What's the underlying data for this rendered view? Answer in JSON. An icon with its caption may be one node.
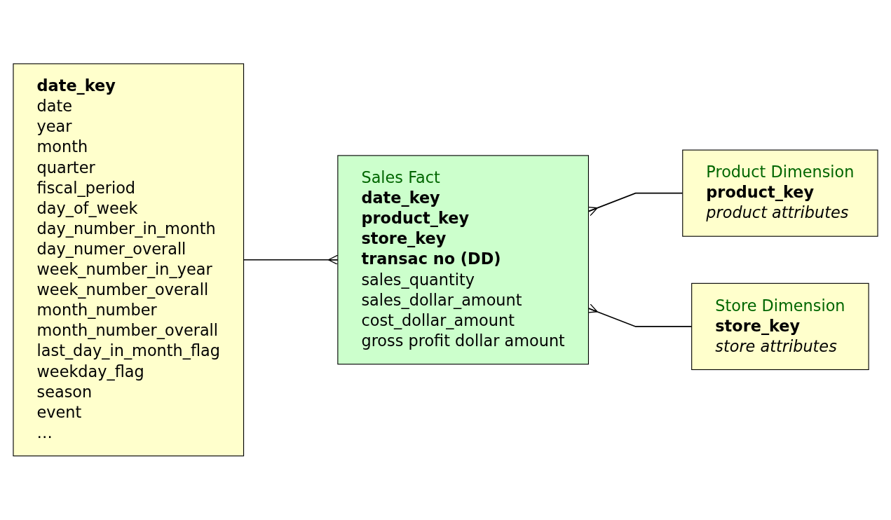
{
  "diagram": {
    "nodes": [
      {
        "text": [
          "date_key",
          "date",
          "year",
          "month",
          "quarter",
          "fiscal_period",
          "day_of_week",
          "day_number_in_month",
          "day_numer_overall",
          "week_number_in_year",
          "week_number_overall",
          "month_number",
          "month_number_overall",
          "last_day_in_month_flag",
          "weekday_flag",
          "season",
          "event",
          "…"
        ]
      },
      {
        "text": [
          "Sales Fact",
          "date_key",
          "product_key",
          "store_key",
          "transac no (DD)",
          "sales_quantity",
          "sales_dollar_amount",
          "cost_dollar_amount",
          "gross profit dollar amount"
        ]
      },
      {
        "text": [
          "Product Dimension",
          "product_key",
          "product attributes"
        ]
      },
      {
        "text": [
          "Store Dimension",
          "store_key",
          "store attributes"
        ]
      }
    ],
    "edges": [
      {
        "from": 0,
        "to": 1,
        "arrow": "other"
      },
      {
        "from": 2,
        "to": 1,
        "arrow": "other"
      },
      {
        "from": 3,
        "to": 1,
        "arrow": "other"
      }
    ]
  }
}
